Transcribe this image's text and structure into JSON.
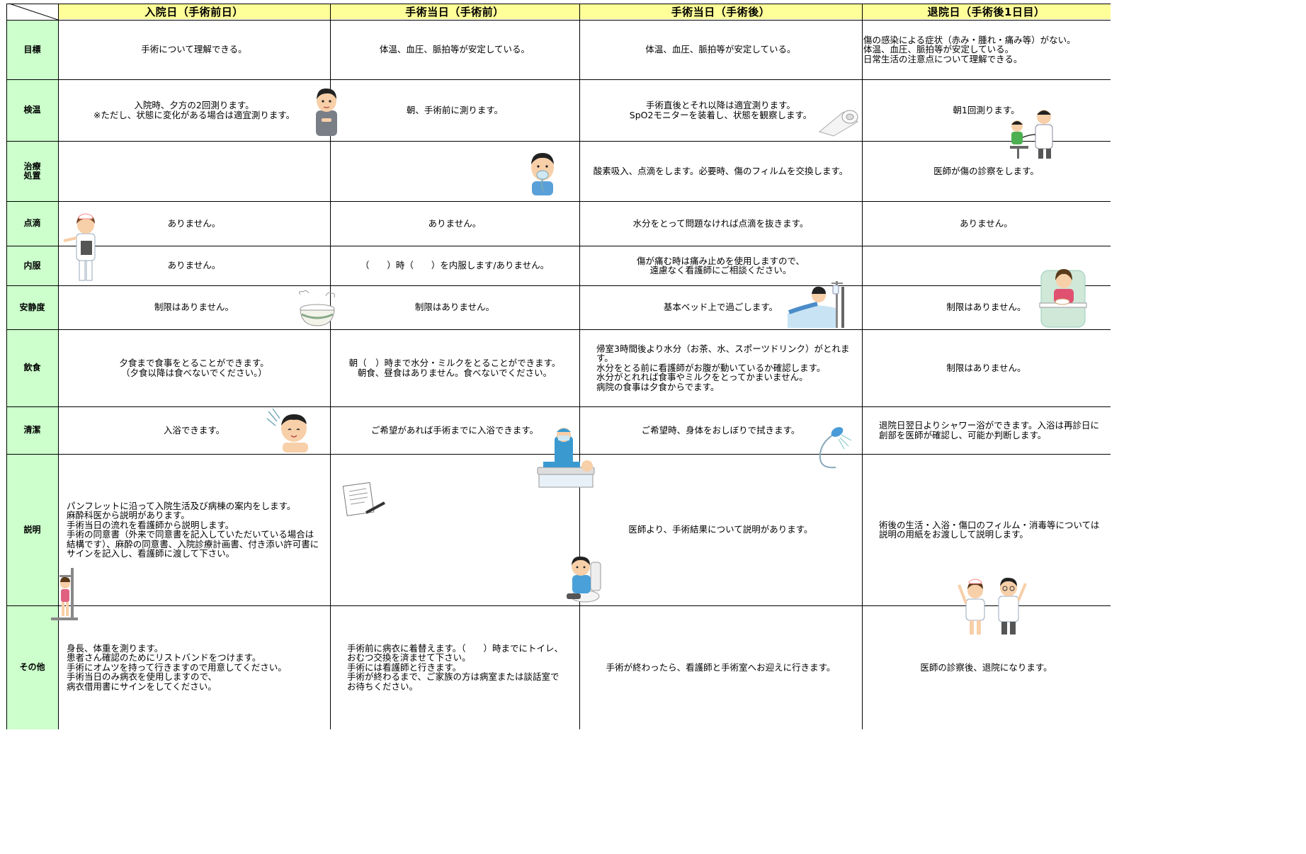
{
  "columns": [
    "入院日（手術前日）",
    "手術当日（手術前）",
    "手術当日（手術後）",
    "退院日（手術後1日目）"
  ],
  "rows": [
    {
      "label": "目標",
      "cells": [
        "手術について理解できる。",
        "体温、血圧、脈拍等が安定している。",
        "体温、血圧、脈拍等が安定している。",
        "傷の感染による症状（赤み・腫れ・痛み等）がない。\n体温、血圧、脈拍等が安定している。\n日常生活の注意点について理解できる。"
      ]
    },
    {
      "label": "検温",
      "cells": [
        "入院時、夕方の2回測ります。\n※ただし、状態に変化がある場合は適宜測ります。",
        "朝、手術前に測ります。",
        "手術直後とそれ以降は適宜測ります。\nSpO2モニターを装着し、状態を観察します。",
        "朝1回測ります。"
      ]
    },
    {
      "label": "治療\n処置",
      "cells": [
        "",
        "",
        "酸素吸入、点滴をします。必要時、傷のフィルムを交換します。",
        "医師が傷の診察をします。"
      ]
    },
    {
      "label": "点滴",
      "cells": [
        "ありません。",
        "ありません。",
        "水分をとって問題なければ点滴を抜きます。",
        "ありません。"
      ]
    },
    {
      "label": "内服",
      "cells": [
        "ありません。",
        "（　　）時（　　）を内服します/ありません。",
        "傷が痛む時は痛み止めを使用しますので、\n遠慮なく看護師にご相談ください。",
        ""
      ]
    },
    {
      "label": "安静度",
      "cells": [
        "制限はありません。",
        "制限はありません。",
        "基本ベッド上で過ごします。",
        "制限はありません。"
      ]
    },
    {
      "label": "飲食",
      "cells": [
        "夕食まで食事をとることができます。\n（夕食以降は食べないでください。）",
        "朝（　）時まで水分・ミルクをとることができます。\n朝食、昼食はありません。食べないでください。",
        "帰室3時間後より水分（お茶、水、スポーツドリンク）がとれます。\n水分をとる前に看護師がお腹が動いているか確認します。\n水分がとれれば食事やミルクをとってかまいません。\n病院の食事は夕食からでます。",
        "制限はありません。"
      ]
    },
    {
      "label": "清潔",
      "cells": [
        "入浴できます。",
        "ご希望があれば手術までに入浴できます。",
        "ご希望時、身体をおしぼりで拭きます。",
        "退院日翌日よりシャワー浴ができます。入浴は再診日に\n創部を医師が確認し、可能か判断します。"
      ]
    },
    {
      "label": "説明",
      "cells": [
        "パンフレットに沿って入院生活及び病棟の案内をします。\n麻酔科医から説明があります。\n手術当日の流れを看護師から説明します。\n手術の同意書（外来で同意書を記入していただいている場合は\n結構です）、麻酔の同意書、入院診療計画書、付き添い許可書に\nサインを記入し、看護師に渡して下さい。",
        "",
        "医師より、手術結果について説明があります。",
        "術後の生活・入浴・傷口のフィルム・消毒等については\n説明の用紙をお渡しして説明します。"
      ]
    },
    {
      "label": "その他",
      "cells": [
        "身長、体重を測ります。\n患者さん確認のためにリストバンドをつけます。\n手術にオムツを持って行きますので用意してください。\n手術当日のみ病衣を使用しますので、\n病衣借用書にサインをしてください。",
        "手術前に病衣に着替えます。（　　）時までにトイレ、\nおむつ交換を済ませて下さい。\n手術には看護師と行きます。\n手術が終わるまで、ご家族の方は病室または談話室で\nお待ちください。",
        "手術が終わったら、看護師と手術室へお迎えに行きます。",
        "医師の診察後、退院になります。"
      ]
    }
  ],
  "colors": {
    "header_bg": "#ffff99",
    "label_bg": "#ccffcc",
    "grid": "#000000"
  },
  "illustrations": [
    "boy-thermometer-illustration",
    "boy-oxygen-mask-illustration",
    "nurse-clipboard-illustration",
    "rice-bowl-illustration",
    "child-hospital-bed-illustration",
    "girl-eating-in-bed-illustration",
    "boy-shampoo-illustration",
    "surgeons-operating-illustration",
    "shower-head-illustration",
    "consent-form-pen-illustration",
    "boy-on-toilet-illustration",
    "child-height-scale-illustration",
    "nurse-and-doctor-illustration",
    "doctor-examining-child-illustration",
    "bandage-roll-illustration"
  ]
}
